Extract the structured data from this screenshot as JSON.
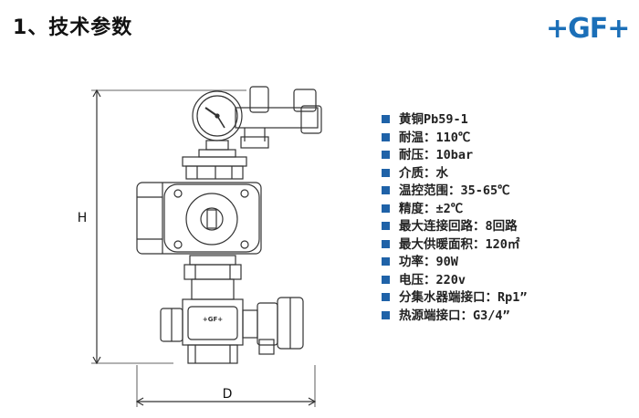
{
  "heading": "1、技术参数",
  "brand": "+GF+",
  "gauge_logo": "+GF+",
  "dimension_labels": {
    "height": "H",
    "depth": "D"
  },
  "specs": [
    "黄铜Pb59-1",
    "耐温：110℃",
    "耐压：10bar",
    "介质：水",
    "温控范围：35-65℃",
    "精度：±2℃",
    "最大连接回路：8回路",
    "最大供暖面积：120㎡",
    "功率：90W",
    "电压：220v",
    "分集水器端接口：Rp1”",
    "热源端接口：G3/4”"
  ],
  "colors": {
    "brand": "#1b6fb8",
    "bullet": "#1f62a8",
    "line": "#333333"
  }
}
